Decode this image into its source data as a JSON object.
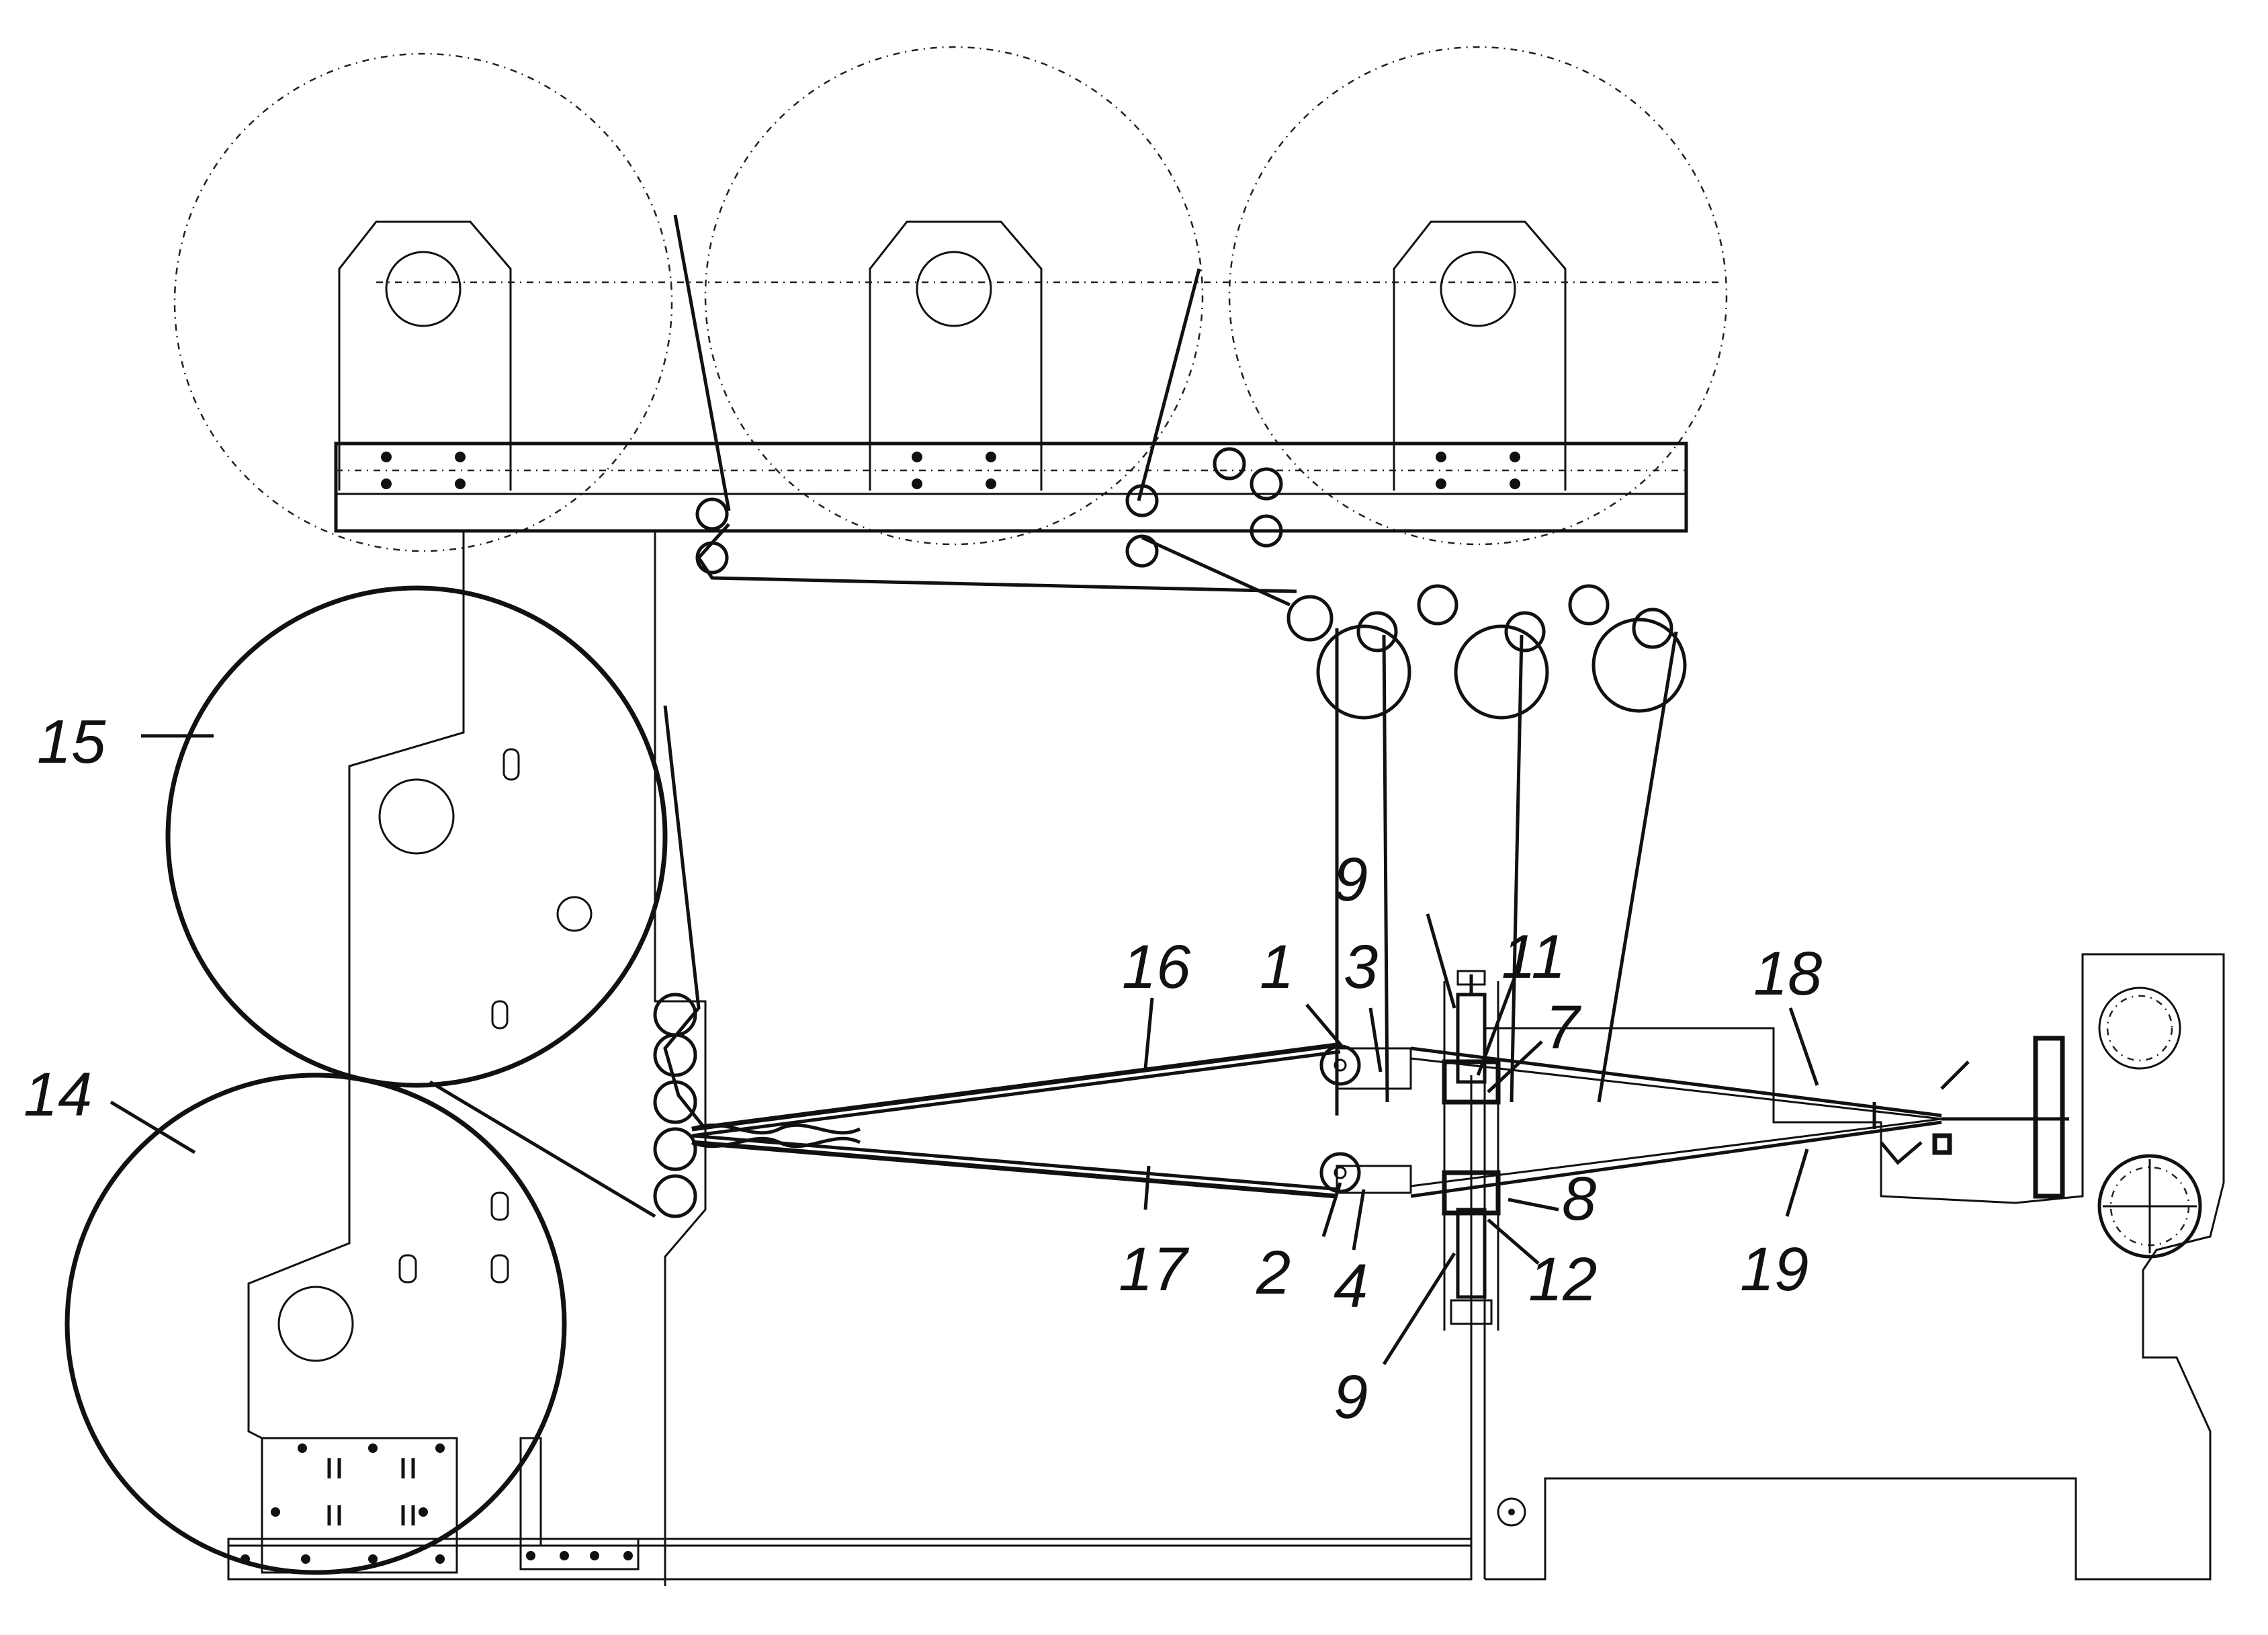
{
  "labels": {
    "l1": "1",
    "l2": "2",
    "l3": "3",
    "l4": "4",
    "l7": "7",
    "l8": "8",
    "l9a": "9",
    "l9b": "9",
    "l11": "11",
    "l12": "12",
    "l14": "14",
    "l15": "15",
    "l16": "16",
    "l17": "17",
    "l18": "18",
    "l19": "19"
  }
}
